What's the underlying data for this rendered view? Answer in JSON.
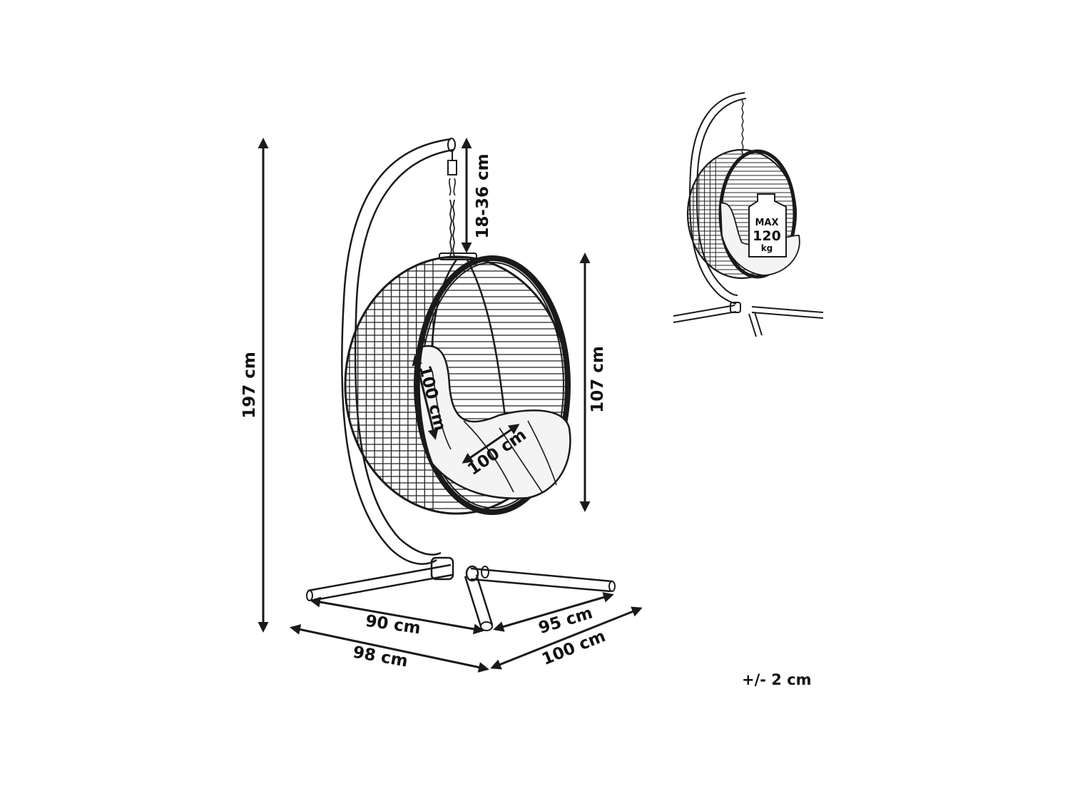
{
  "dimensions": {
    "total_height": "197 cm",
    "chain_length": "18-36 cm",
    "basket_height": "107 cm",
    "seat_depth": "100 cm",
    "seat_width": "100 cm",
    "base_inner_left": "90 cm",
    "base_inner_right": "95 cm",
    "base_outer_left": "98 cm",
    "base_outer_right": "100 cm"
  },
  "max_load": {
    "line1": "MAX",
    "line2": "120",
    "line3": "kg"
  },
  "tolerance": "+/- 2 cm"
}
